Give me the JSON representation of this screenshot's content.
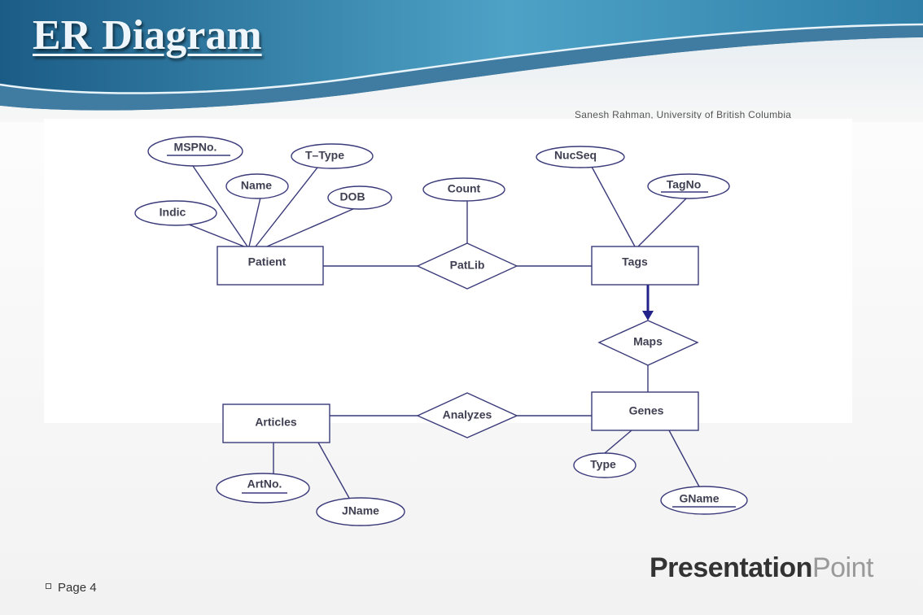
{
  "slide": {
    "title": "ER Diagram",
    "caption": "Sanesh Rahman, University of British Columbia",
    "footer": {
      "page_label": "Page 4"
    },
    "brand": {
      "part1": "Presentation",
      "part2": "Point"
    },
    "colors": {
      "header_dark": "#1b5c86",
      "header_light": "#55a9cc",
      "ink": "#3a3a7a",
      "arrow": "#22228a"
    }
  },
  "diagram": {
    "entities": [
      "Patient",
      "Tags",
      "Articles",
      "Genes"
    ],
    "relationships": [
      "PatLib",
      "Maps",
      "Analyzes"
    ],
    "attributes": [
      "MSPNo.",
      "Name",
      "T–Type",
      "Indic",
      "DOB",
      "Count",
      "NucSeq",
      "TagNo",
      "ArtNo.",
      "JName",
      "Type",
      "GName"
    ],
    "key_attributes": [
      "MSPNo.",
      "TagNo",
      "ArtNo.",
      "GName"
    ]
  }
}
